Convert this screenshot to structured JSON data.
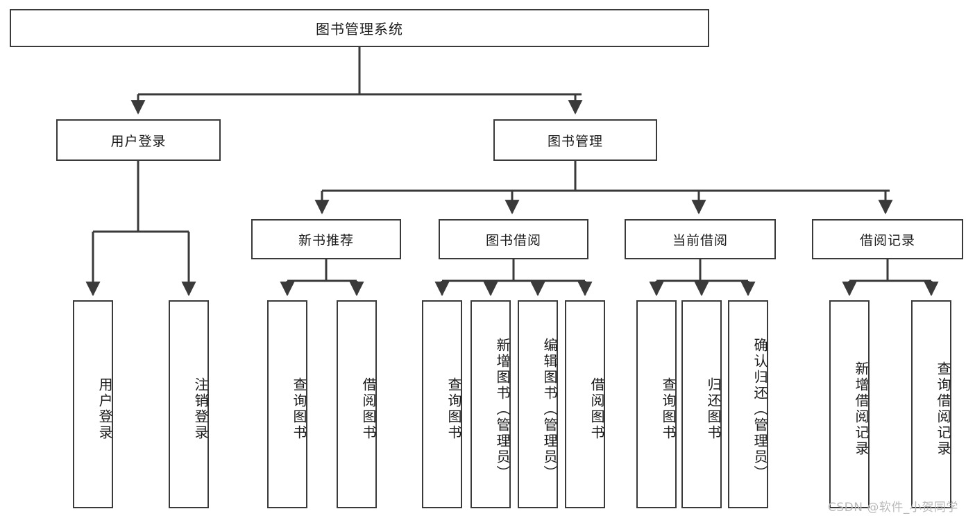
{
  "diagram": {
    "title": "图书管理系统",
    "type": "tree-hierarchy",
    "watermark": "CSDN @软件_小贺同学",
    "colors": {
      "box_border": "#3a3a3a",
      "box_fill": "#ffffff",
      "connector": "#3a3a3a",
      "text": "#1a1a1a",
      "watermark": "#b9b9b9"
    },
    "root": {
      "label": "图书管理系统"
    },
    "level2": [
      {
        "label": "用户登录"
      },
      {
        "label": "图书管理"
      }
    ],
    "level3": [
      {
        "label": "新书推荐"
      },
      {
        "label": "图书借阅"
      },
      {
        "label": "当前借阅"
      },
      {
        "label": "借阅记录"
      }
    ],
    "leaves": {
      "user_login": [
        {
          "label": "用户登录"
        },
        {
          "label": "注销登录"
        }
      ],
      "new_book_recommend": [
        {
          "label": "查询图书"
        },
        {
          "label": "借阅图书"
        }
      ],
      "book_borrow": [
        {
          "label": "查询图书"
        },
        {
          "label": "新增图书（管理员）"
        },
        {
          "label": "编辑图书（管理员）"
        },
        {
          "label": "借阅图书"
        }
      ],
      "current_borrow": [
        {
          "label": "查询图书"
        },
        {
          "label": "归还图书"
        },
        {
          "label": "确认归还（管理员）"
        }
      ],
      "borrow_record": [
        {
          "label": "新增借阅记录"
        },
        {
          "label": "查询借阅记录"
        }
      ]
    }
  }
}
